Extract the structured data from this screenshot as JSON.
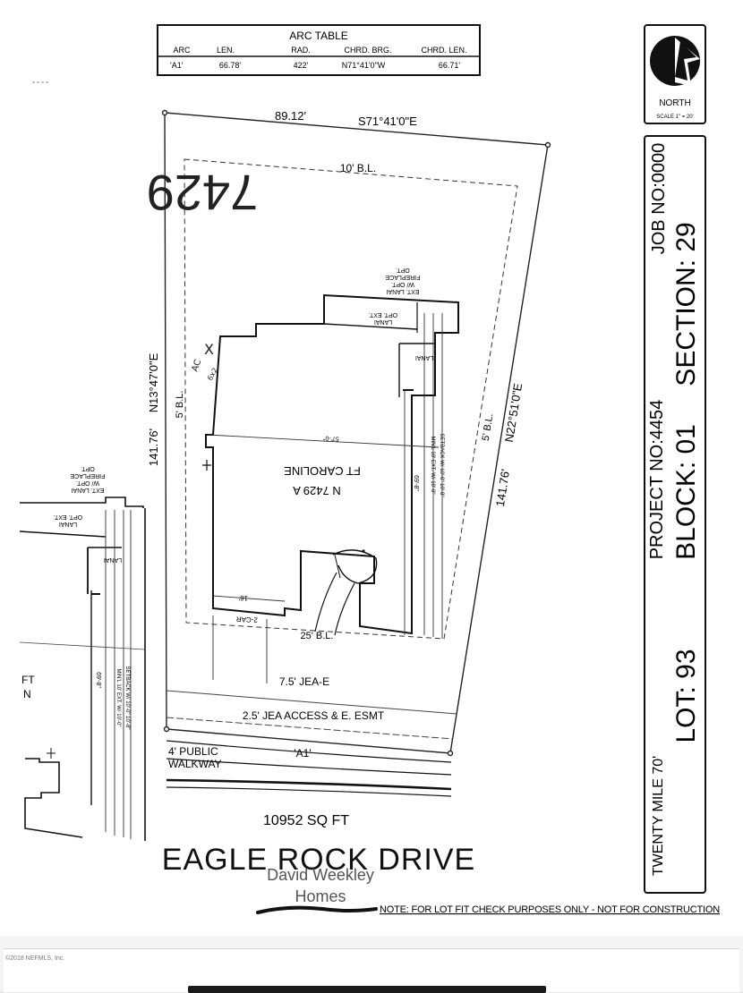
{
  "arc_table": {
    "title": "ARC TABLE",
    "headers": [
      "ARC",
      "LEN.",
      "RAD.",
      "CHRD. BRG.",
      "CHRD. LEN."
    ],
    "row": [
      "'A1'",
      "66.78'",
      "422'",
      "N71°41'0\"W",
      "66.71'"
    ]
  },
  "north": {
    "label": "NORTH",
    "scale": "SCALE 1\" = 20'"
  },
  "title_block": {
    "job": "JOB NO:0000",
    "section": "SECTION: 29",
    "project": "PROJECT NO:4454",
    "block": "BLOCK: 01",
    "lot": "LOT: 93",
    "subdivision": "TWENTY MILE 70'"
  },
  "plat": {
    "house_number": "7429",
    "top_dim": "89.12'",
    "top_bearing": "S71°41'0\"E",
    "left_dim": "141.76'",
    "left_bearing": "N13°47'0\"E",
    "right_dim": "141.76'",
    "right_bearing": "N22°51'0\"E",
    "rear_setback": "10' B.L.",
    "left_setback": "5' B.L.",
    "right_setback": "5' B.L.",
    "front_setback": "25' B.L.",
    "easement_jea": "7.5'  JEA-E",
    "easement_access": "2.5'  JEA ACCESS & E. ESMT",
    "walkway_line1": "4' PUBLIC",
    "walkway_line2": "WALKWAY",
    "arc_label": "'A1'",
    "area": "10952 SQ FT",
    "street": "EAGLE ROCK DRIVE",
    "handwritten_ac": "AC",
    "handwritten_dims": "6x2",
    "handwritten_x": "X"
  },
  "house": {
    "plan_line1": "FT CAROLINE",
    "plan_line2": "N 7429 A",
    "width_dim": "57'-0\"",
    "depth_dim": "69'-8\"",
    "garage": "2-CAR",
    "garage_dim": "16'",
    "opt_fireplace_1": "OPT.",
    "opt_fireplace_2": "FIREPLACE",
    "opt_fireplace_3": "W/ OPT.",
    "opt_fireplace_4": "EXT. LANAI",
    "opt_ext_1": "OPT. EXT.",
    "opt_ext_2": "LANAI",
    "lanai": "LANAI",
    "side_note_1": "MIN'L 10' EXT. W/ 10'-0\"",
    "side_note_2": "SETBACK W/ 10'-0\" 10'-8\""
  },
  "neighbor": {
    "opt_fireplace_1": "OPT.",
    "opt_fireplace_2": "FIREPLACE",
    "opt_fireplace_3": "W/ OPT.",
    "opt_fireplace_4": "EXT. LANAI",
    "opt_ext_1": "OPT. EXT.",
    "opt_ext_2": "LANAI",
    "lanai": "LANAI",
    "depth_dim": "69'-8\"",
    "side_note_1": "MIN'L 10' EXT. W/ 10'-0\"",
    "side_note_2": "SETBACK W/ 10'-0\" 10'-8\"",
    "fragment_1": "FT",
    "fragment_2": "N"
  },
  "builder": {
    "line1": "David Weekley",
    "line2": "Homes"
  },
  "note": "NOTE: FOR LOT FIT CHECK PURPOSES ONLY - NOT FOR CONSTRUCTION",
  "watermark": "©2018 NEFMLS, Inc."
}
